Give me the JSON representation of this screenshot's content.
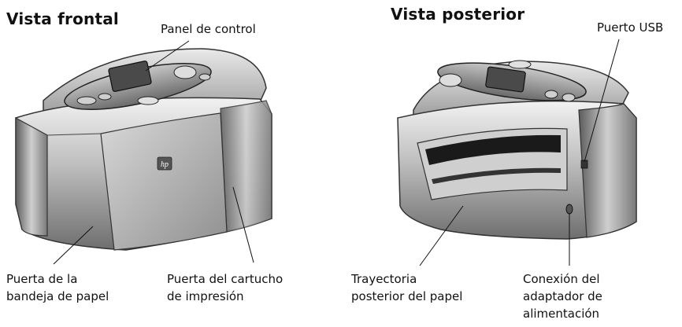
{
  "front": {
    "title": "Vista frontal",
    "callouts": {
      "control_panel": "Panel de control",
      "paper_tray_door": "Puerta de la\nbandeja de papel",
      "cartridge_door": "Puerta del cartucho\nde impresión"
    }
  },
  "back": {
    "title": "Vista posterior",
    "callouts": {
      "usb_port": "Puerto USB",
      "rear_paper_path": "Trayectoria\nposterior del papel",
      "power_connection": "Conexión del\nadaptador de\nalimentación"
    }
  },
  "logo_text": "hp"
}
